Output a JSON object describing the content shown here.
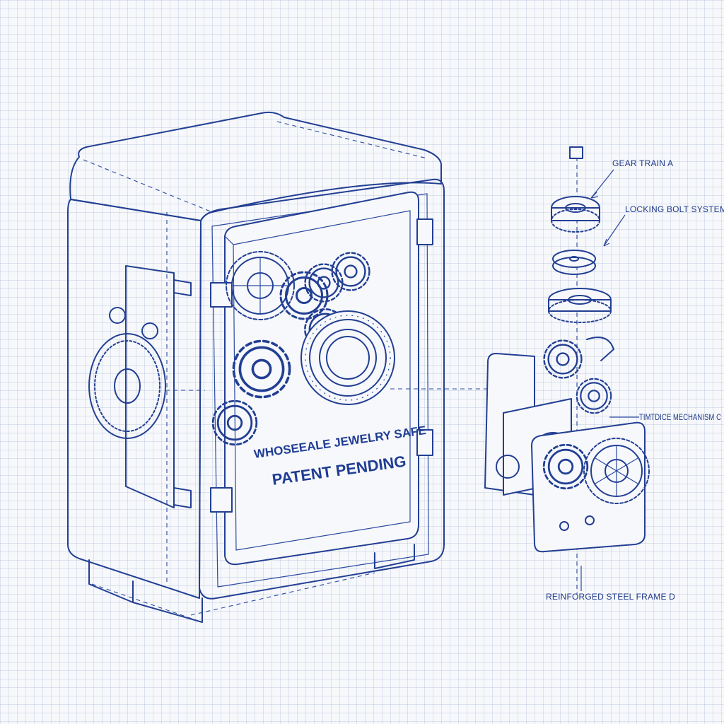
{
  "plate": {
    "line1": "WHOSEEALE JEWELRY SAFE",
    "line2": "PATENT PENDING"
  },
  "callouts": {
    "gear_train": "GEAR TRAIN A",
    "locking_bolt": "LOCKING BOLT SYSTEM B",
    "timing": "TIMTDICE MECHANISM C",
    "frame": "REINFORGED STEEL FRAME D"
  },
  "colors": {
    "ink": "#223f93",
    "paper": "#f7f8fb",
    "grid": "#96aacd"
  }
}
